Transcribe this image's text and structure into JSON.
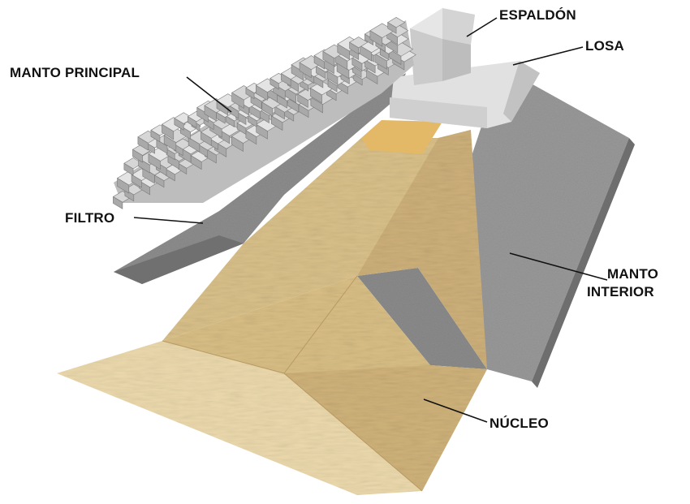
{
  "labels": {
    "espaldon": "ESPALDÓN",
    "losa": "LOSA",
    "manto_principal": "MANTO PRINCIPAL",
    "filtro": "FILTRO",
    "manto_interior_line1": "MANTO",
    "manto_interior_line2": "INTERIOR",
    "nucleo": "NÚCLEO"
  },
  "colors": {
    "core_light": "#e8d4a4",
    "core_mid": "#d9bf86",
    "core_dark": "#c9ad70",
    "filter_gray": "#8f8f8f",
    "filter_dark": "#6f6f6f",
    "armor_gray": "#c8c8c8",
    "concrete": "#dcdcdc",
    "slab_sand": "#e3b866"
  }
}
